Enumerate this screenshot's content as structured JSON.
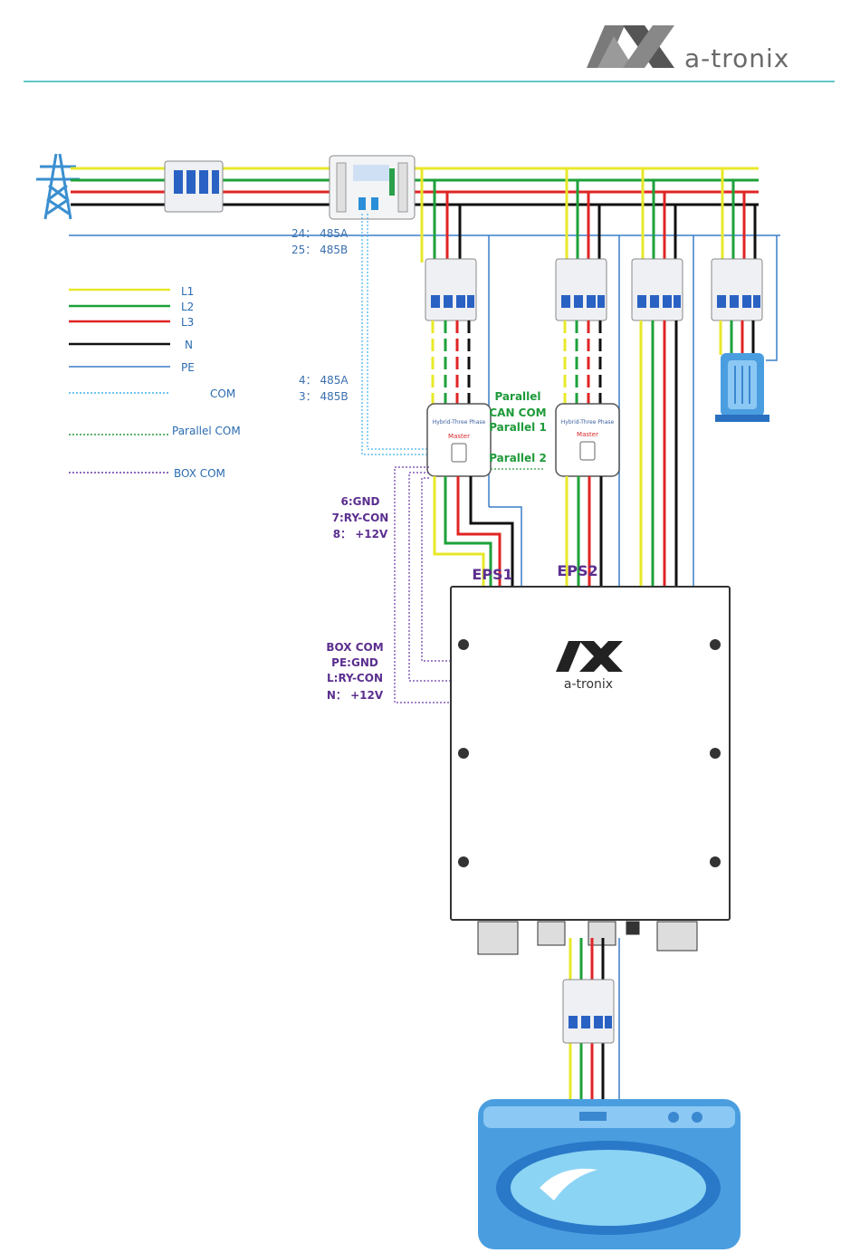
{
  "header": {
    "brand": "a-tronix",
    "logo_mark": "AX",
    "accent": "#2bb5b5"
  },
  "legend": {
    "items": [
      {
        "label": "L1",
        "color": "#e8e82a",
        "style": "solid"
      },
      {
        "label": "L2",
        "color": "#1ea13a",
        "style": "solid"
      },
      {
        "label": "L3",
        "color": "#e02424",
        "style": "solid"
      },
      {
        "label": "N",
        "color": "#111111",
        "style": "solid"
      },
      {
        "label": "PE",
        "color": "#3a7fc8",
        "style": "solid"
      },
      {
        "label": "COM",
        "color": "#40b4e8",
        "style": "dotted"
      },
      {
        "label": "Parallel COM",
        "color": "#2a9a3a",
        "style": "dotted"
      },
      {
        "label": "BOX COM",
        "color": "#6a3aa8",
        "style": "dotted"
      }
    ]
  },
  "meter_labels": {
    "line1": "24： 485A",
    "line2": "25： 485B",
    "inv_line1": "4： 485A",
    "inv_line2": "3： 485B"
  },
  "parallel_labels": {
    "parallel": "Parallel",
    "can_com": "CAN COM",
    "parallel1": "Parallel 1",
    "parallel2": "Parallel 2"
  },
  "inverter_labels": {
    "title": "Hybrid-Three Phase",
    "role": "Master"
  },
  "gnd_labels": {
    "l1": "6:GND",
    "l2": "7:RY-CON",
    "l3": "8： +12V"
  },
  "box_com_labels": {
    "l1": "BOX COM",
    "l2": "PE:GND",
    "l3": "L:RY-CON",
    "l4": "N： +12V"
  },
  "eps_labels": {
    "eps1": "EPS1",
    "eps2": "EPS2"
  },
  "box": {
    "brand": "a-tronix",
    "logo_mark": "AX"
  },
  "icons": [
    "power-tower-icon",
    "breaker-icon",
    "meter-icon",
    "inverter-icon",
    "battery-icon",
    "washing-machine-icon"
  ]
}
